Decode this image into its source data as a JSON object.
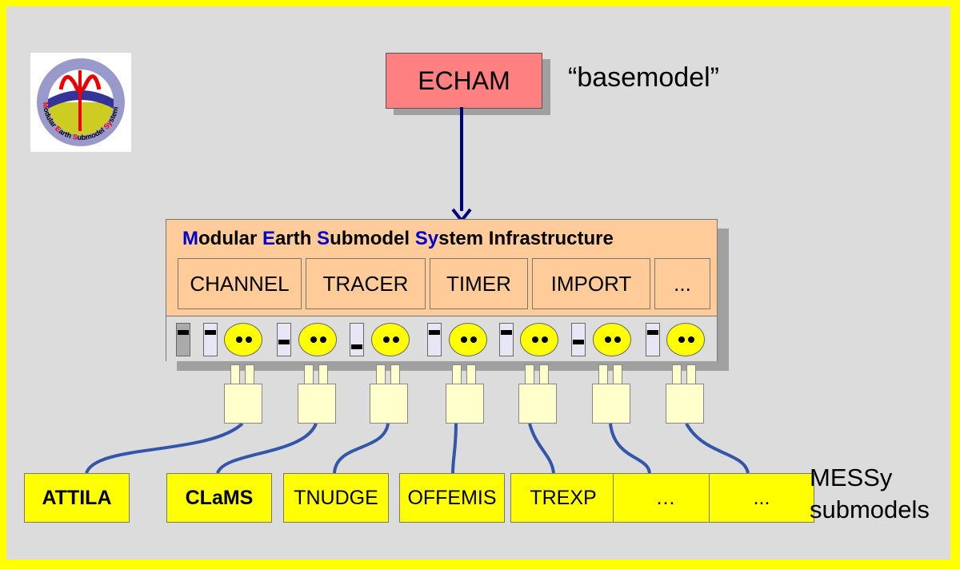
{
  "logo": {
    "text_parts": [
      {
        "letter": "M",
        "rest": "odular "
      },
      {
        "letter": "E",
        "rest": "arth "
      },
      {
        "letter": "S",
        "rest": "ubmodel "
      },
      {
        "letter": "Sy",
        "rest": "stem"
      }
    ]
  },
  "basemodel_box": {
    "label": "ECHAM",
    "fill": "#ff8080"
  },
  "basemodel_caption": "“basemodel”",
  "infrastructure": {
    "title_parts": [
      {
        "hl": "M",
        "rest": "odular "
      },
      {
        "hl": "E",
        "rest": "arth "
      },
      {
        "hl": "S",
        "rest": "ubmodel "
      },
      {
        "hl": "Sy",
        "rest": "stem Infrastructure"
      }
    ],
    "components": [
      "CHANNEL",
      "TRACER",
      "TIMER",
      "IMPORT",
      "..."
    ],
    "fill": "#ffcc99"
  },
  "submodels": [
    {
      "label": "ATTILA",
      "bold": true
    },
    {
      "label": "CLaMS",
      "bold": true
    },
    {
      "label": "TNUDGE",
      "bold": false
    },
    {
      "label": "OFFEMIS",
      "bold": false
    },
    {
      "label": "TREXP",
      "bold": false
    },
    {
      "label": "…",
      "bold": false
    },
    {
      "label": "...",
      "bold": false
    }
  ],
  "submodels_caption": [
    "MESSy",
    "submodels"
  ],
  "colors": {
    "background": "#dcdcdc",
    "border": "#ffff00",
    "arrow": "#000080",
    "wire": "#3355aa",
    "highlight": "#0000cc"
  }
}
